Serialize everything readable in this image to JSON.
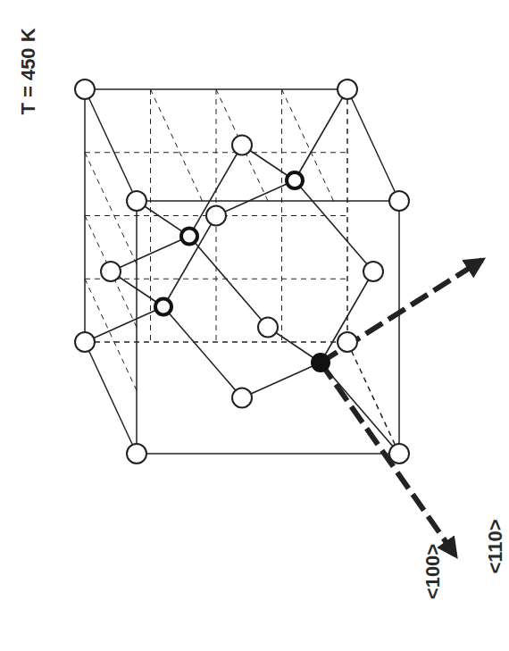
{
  "diagram": {
    "labels": [
      "T = 450 K",
      "<100>",
      "<110>"
    ]
  }
}
